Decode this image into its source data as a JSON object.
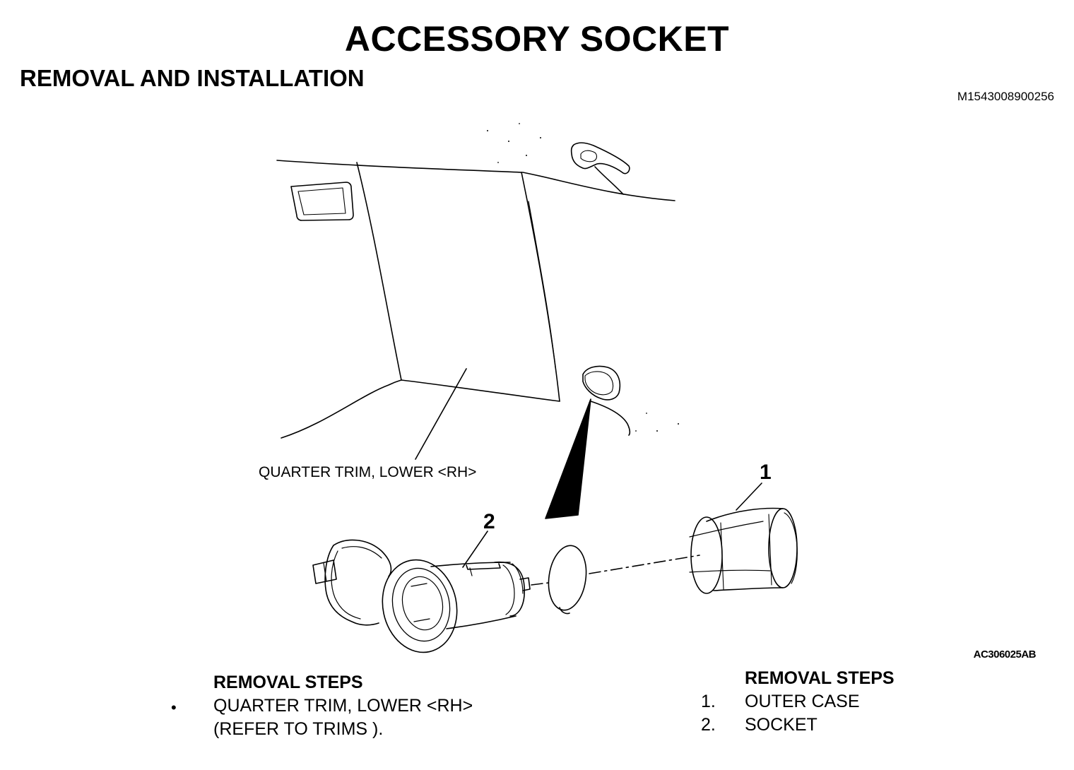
{
  "header": {
    "title": "ACCESSORY SOCKET",
    "subtitle": "REMOVAL AND INSTALLATION",
    "doc_id": "M1543008900256"
  },
  "figure": {
    "code": "AC306025AB",
    "label_trim": "QUARTER TRIM, LOWER <RH>",
    "callout_1": "1",
    "callout_2": "2"
  },
  "steps_left": {
    "heading": "REMOVAL STEPS",
    "items": [
      {
        "marker": "•",
        "line1": "QUARTER TRIM, LOWER <RH>",
        "line2": "(REFER TO TRIMS )."
      }
    ]
  },
  "steps_right": {
    "heading": "REMOVAL STEPS",
    "items": [
      {
        "marker": "1.",
        "text": "OUTER CASE"
      },
      {
        "marker": "2.",
        "text": "SOCKET"
      }
    ]
  }
}
